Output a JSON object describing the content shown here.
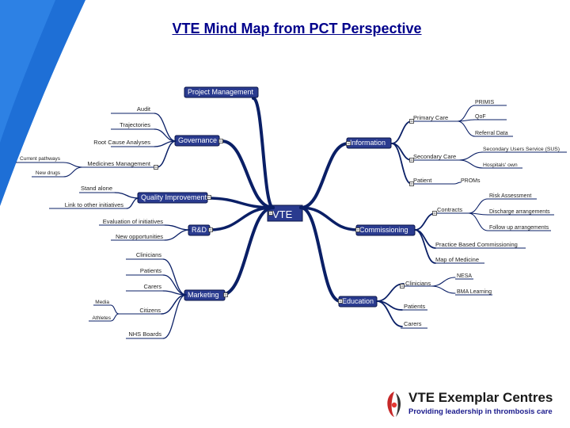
{
  "title": "VTE Mind Map from PCT Perspective",
  "colors": {
    "branch": "#0a1f66",
    "box": "#2a3b8f",
    "background_swoosh": "#1e6fd6"
  },
  "central": {
    "label": "VTE"
  },
  "branches": [
    {
      "id": "project-management",
      "label": "Project Management",
      "children": []
    },
    {
      "id": "governance",
      "label": "Governance",
      "children": [
        {
          "id": "audit",
          "label": "Audit"
        },
        {
          "id": "trajectories",
          "label": "Trajectories"
        },
        {
          "id": "root-cause",
          "label": "Root Cause Analyses"
        },
        {
          "id": "medicines-management",
          "label": "Medicines Management",
          "children": [
            {
              "id": "current-pathways",
              "label": "Current pathways"
            },
            {
              "id": "new-drugs",
              "label": "New drugs"
            }
          ]
        }
      ]
    },
    {
      "id": "quality-improvement",
      "label": "Quality Improvement",
      "children": [
        {
          "id": "stand-alone",
          "label": "Stand alone"
        },
        {
          "id": "link-initiatives",
          "label": "Link to other initiatives"
        }
      ]
    },
    {
      "id": "rnd",
      "label": "R&D",
      "children": [
        {
          "id": "evaluation",
          "label": "Evaluation of initiatives"
        },
        {
          "id": "new-opportunities",
          "label": "New opportunities"
        }
      ]
    },
    {
      "id": "marketing",
      "label": "Marketing",
      "children": [
        {
          "id": "m-clinicians",
          "label": "Clinicians"
        },
        {
          "id": "m-patients",
          "label": "Patients"
        },
        {
          "id": "m-carers",
          "label": "Carers"
        },
        {
          "id": "citizens",
          "label": "Citizens",
          "children": [
            {
              "id": "media",
              "label": "Media"
            },
            {
              "id": "athletes",
              "label": "Athletes"
            }
          ]
        },
        {
          "id": "nhs-boards",
          "label": "NHS Boards"
        }
      ]
    },
    {
      "id": "information",
      "label": "Information",
      "children": [
        {
          "id": "primary-care",
          "label": "Primary Care",
          "children": [
            {
              "id": "prims",
              "label": "PRIMIS"
            },
            {
              "id": "qof",
              "label": "QoF"
            },
            {
              "id": "referral-data",
              "label": "Referral Data"
            }
          ]
        },
        {
          "id": "secondary-care",
          "label": "Secondary Care",
          "children": [
            {
              "id": "sus",
              "label": "Secondary Users Service (SUS)"
            },
            {
              "id": "hospital-own",
              "label": "Hospitals' own"
            }
          ]
        },
        {
          "id": "patient",
          "label": "Patient",
          "children": [
            {
              "id": "proms",
              "label": "PROMs"
            }
          ]
        }
      ]
    },
    {
      "id": "commissioning",
      "label": "Commissioning",
      "children": [
        {
          "id": "contracts",
          "label": "Contracts",
          "children": [
            {
              "id": "risk-assessment",
              "label": "Risk Assessment"
            },
            {
              "id": "discharge",
              "label": "Discharge arrangements"
            },
            {
              "id": "follow-up",
              "label": "Follow up arrangements"
            }
          ]
        },
        {
          "id": "pbc",
          "label": "Practice Based Commissioning"
        },
        {
          "id": "map-medicine",
          "label": "Map of Medicine"
        }
      ]
    },
    {
      "id": "education",
      "label": "Education",
      "children": [
        {
          "id": "e-clinicians",
          "label": "Clinicians",
          "children": [
            {
              "id": "nesa",
              "label": "NESA"
            },
            {
              "id": "bma",
              "label": "BMA Learning"
            }
          ]
        },
        {
          "id": "e-patients",
          "label": "Patients"
        },
        {
          "id": "e-carers",
          "label": "Carers"
        }
      ]
    }
  ],
  "logo": {
    "brand": "VTE Exemplar Centres",
    "tagline": "Providing leadership in thrombosis care"
  }
}
